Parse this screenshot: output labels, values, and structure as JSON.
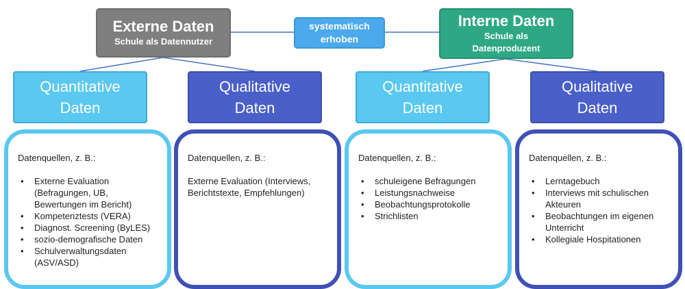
{
  "external": {
    "title": "Externe Daten",
    "subtitle": "Schule als Datennutzer"
  },
  "internal": {
    "title": "Interne Daten",
    "subtitle_line1": "Schule als",
    "subtitle_line2": "Datenproduzent"
  },
  "connector": {
    "line1": "systematisch",
    "line2": "erhoben"
  },
  "categories": [
    {
      "line1": "Quantitative",
      "line2": "Daten"
    },
    {
      "line1": "Qualitative",
      "line2": "Daten"
    },
    {
      "line1": "Quantitative",
      "line2": "Daten"
    },
    {
      "line1": "Qualitative",
      "line2": "Daten"
    }
  ],
  "cards": [
    {
      "intro": "Datenquellen, z. B.:",
      "items": [
        "Externe Evaluation (Befragungen, UB, Bewertungen im Bericht)",
        "Kompetenztests (VERA)",
        "Diagnost. Screening (ByLES)",
        "sozio-demografische Daten",
        "Schulverwaltungsdaten (ASV/ASD)"
      ]
    },
    {
      "intro": "Datenquellen, z. B.:",
      "text": "Externe Evaluation (Interviews, Berichtstexte, Empfehlungen)"
    },
    {
      "intro": "Datenquellen, z. B.:",
      "items": [
        "schuleigene Befragungen",
        "Leistungsnachweise",
        "Beobachtungsprotokolle",
        "Strichlisten"
      ]
    },
    {
      "intro": "Datenquellen, z. B.:",
      "items": [
        "Lerntagebuch",
        "Interviews mit schulischen Akteuren",
        "Beobachtungen im eigenen Unterricht",
        "Kollegiale Hospitationen"
      ]
    }
  ],
  "colors": {
    "external": "#7f7f7f",
    "internal": "#2ea884",
    "connector": "#4ba9ec",
    "quantitative": "#5ac8f0",
    "qualitative": "#4a5fc8",
    "line": "#4472c4"
  }
}
